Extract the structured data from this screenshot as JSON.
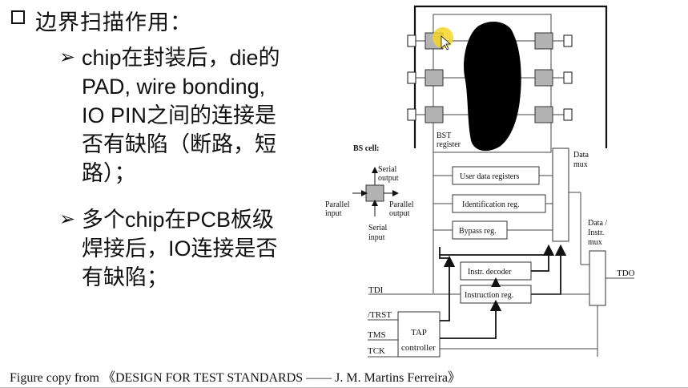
{
  "slide": {
    "heading": "边界扫描作用：",
    "bullets": [
      "chip在封装后，die的PAD, wire bonding, IO PIN之间的连接是否有缺陷（断路，短路）；",
      "多个chip在PCB板级焊接后，IO连接是否有缺陷；"
    ],
    "bullet_lines": [
      [
        "chip在封装后，die的",
        "PAD, wire bonding,",
        "IO PIN之间的连接是",
        "否有缺陷（断路，短",
        "路）；"
      ],
      [
        "多个chip在PCB板级",
        "焊接后，IO连接是否",
        "有缺陷；"
      ]
    ],
    "arrow_glyph": "➢"
  },
  "diagram": {
    "bst_register": "BST",
    "bst_register_2": "register",
    "bs_cell_label": "BS cell:",
    "serial_output": "Serial",
    "serial_output_2": "output",
    "parallel_input": "Parallel",
    "parallel_input_2": "input",
    "parallel_output": "Parallel",
    "parallel_output_2": "output",
    "serial_input": "Serial",
    "serial_input_2": "input",
    "user_data_registers": "User data registers",
    "identification_reg": "Identification reg.",
    "bypass_reg": "Bypass reg.",
    "instr_decoder": "Instr. decoder",
    "instruction_reg": "Instruction reg.",
    "data_mux": "Data",
    "data_mux_2": "mux",
    "data_instr_mux": "Data /",
    "data_instr_mux_2": "Instr.",
    "data_instr_mux_3": "mux",
    "tdo": "TDO",
    "tdi": "TDI",
    "trst": "/TRST",
    "tms": "TMS",
    "tck": "TCK",
    "tap": "TAP",
    "tap_2": "controller"
  },
  "caption": {
    "text": "Figure copy from 《DESIGN FOR TEST STANDARDS —— J. M. Martins Ferreira》"
  },
  "colors": {
    "cell_fill": "#b3b3b3",
    "die": "#000000",
    "cursor_highlight": "#f5d327"
  }
}
